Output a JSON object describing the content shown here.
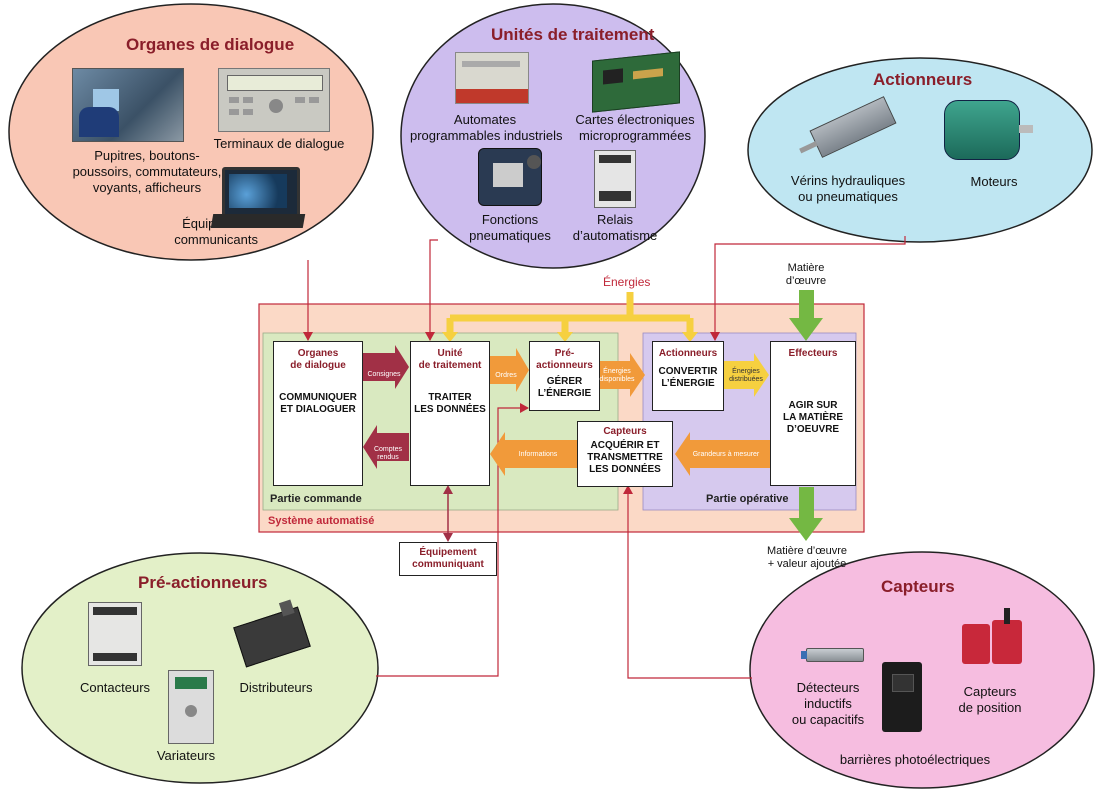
{
  "ellipses": {
    "organes": {
      "title": "Organes de dialogue",
      "items": [
        "Pupitres, boutons-\npoussoirs, commutateurs,\nvoyants, afficheurs",
        "Terminaux de dialogue",
        "Équipements\ncommunicants"
      ]
    },
    "unites": {
      "title": "Unités de traitement",
      "items": [
        "Automates\nprogrammables industriels",
        "Cartes électroniques\nmicroprogrammées",
        "Fonctions\npneumatiques",
        "Relais\nd’automatisme"
      ]
    },
    "actionneurs": {
      "title": "Actionneurs",
      "items": [
        "Vérins hydrauliques\nou pneumatiques",
        "Moteurs"
      ]
    },
    "preactionneurs": {
      "title": "Pré-actionneurs",
      "items": [
        "Contacteurs",
        "Distributeurs",
        "Variateurs"
      ]
    },
    "capteurs": {
      "title": "Capteurs",
      "items": [
        "Détecteurs\ninductifs\nou capacitifs",
        "Capteurs\nde position",
        "barrières photoélectriques"
      ]
    }
  },
  "center": {
    "energies": "Énergies",
    "matiere_oeuvre": "Matière\nd’œuvre",
    "matiere_sortie": "Matière d’œuvre\n+ valeur ajoutée",
    "systeme": "Système automatisé",
    "partie_commande": "Partie commande",
    "partie_operative": "Partie opérative",
    "boxes": {
      "organes": {
        "title": "Organes\nde dialogue",
        "body": "COMMUNIQUER\nET DIALOGUER"
      },
      "unite": {
        "title": "Unité\nde traitement",
        "body": "TRAITER\nLES DONNÉES"
      },
      "preact": {
        "title": "Pré-\nactionneurs",
        "body": "GÉRER\nL’ÉNERGIE"
      },
      "actionneurs": {
        "title": "Actionneurs",
        "body": "CONVERTIR\nL’ÉNERGIE"
      },
      "effecteurs": {
        "title": "Effecteurs",
        "body": "AGIR SUR\nLA MATIÈRE\nD’OEUVRE"
      },
      "capteurs": {
        "title": "Capteurs",
        "body": "ACQUÉRIR ET\nTRANSMETTRE\nLES DONNÉES"
      },
      "equipement": {
        "title": "Équipement\ncommuniquant"
      }
    },
    "arrows": {
      "consignes": "Consignes",
      "comptes": "Comptes\nrendus",
      "ordres": "Ordres",
      "energies_dispo": "Énergies\ndisponibles",
      "energies_distrib": "Énergies\ndistribuées",
      "informations": "Informations",
      "grandeurs": "Grandeurs à mesurer"
    }
  },
  "colors": {
    "organes": "#f9c7b5",
    "unites": "#cdbdee",
    "actionneurs": "#bfe6f2",
    "preactionneurs": "#e3f0c8",
    "capteurs": "#f6bde0",
    "red_link": "#c0283a",
    "yellow": "#f6d040",
    "orange": "#f19a3a",
    "green": "#74b843",
    "maroon": "#a13046"
  }
}
